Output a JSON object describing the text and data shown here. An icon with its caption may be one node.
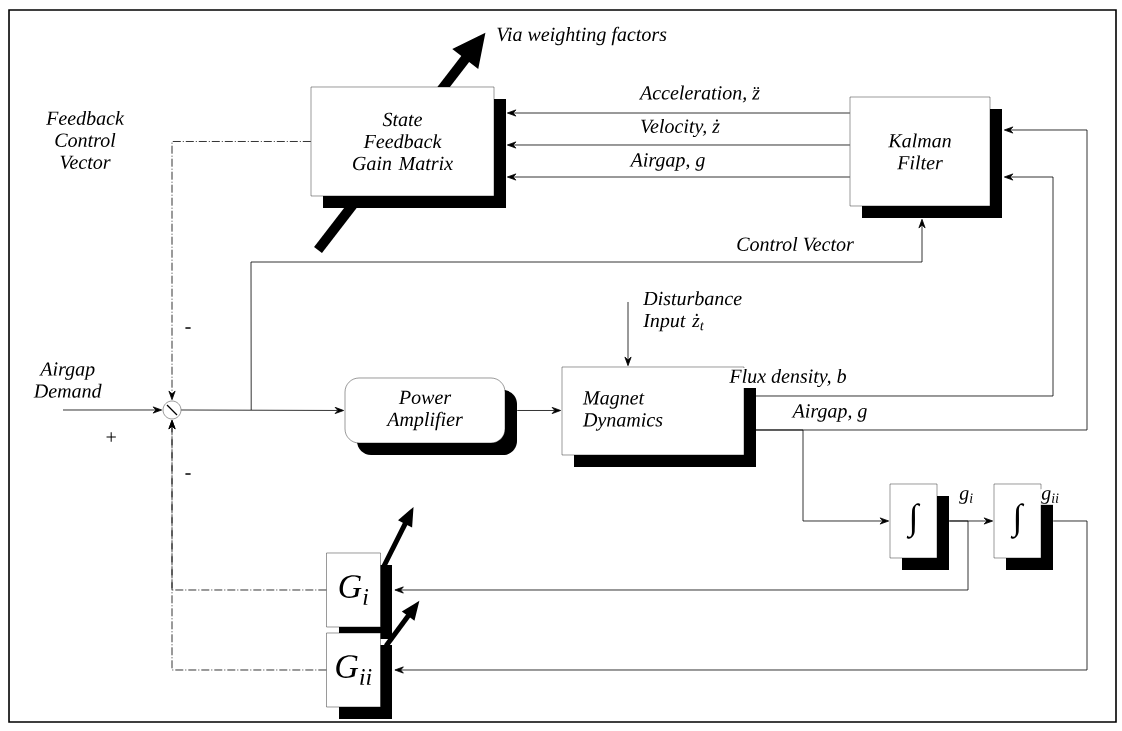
{
  "diagram": {
    "nodes": [
      {
        "text": [
          "State Feedback Gain Matrix"
        ]
      },
      {
        "text": [
          "Kalman Filter"
        ]
      },
      {
        "text": [
          "Airgap Demand"
        ]
      },
      {
        "text": [],
        "shape": "circle"
      },
      {
        "text": [
          "Power Amplifier"
        ]
      },
      {
        "text": [
          "Magnet Dynamics"
        ]
      },
      {
        "text": [
          "∫"
        ]
      },
      {
        "text": [
          "∫"
        ]
      },
      {
        "text": [
          "G$_{i}$"
        ]
      },
      {
        "text": [
          "G$_{ii}$"
        ]
      }
    ],
    "edges": [
      {
        "from": 1,
        "to": 0,
        "arrow": "to",
        "label": "Acceleration, z̈"
      },
      {
        "from": 1,
        "to": 0,
        "arrow": "to",
        "label": "Velocity, ż"
      },
      {
        "from": 1,
        "to": 0,
        "arrow": "to",
        "label": "Airgap, g"
      },
      {
        "from": 0,
        "to": 3,
        "arrow": "to",
        "style": "dashed"
      },
      {
        "from": 2,
        "to": 3,
        "arrow": "to"
      },
      {
        "from": 3,
        "to": 4,
        "arrow": "to"
      },
      {
        "from": 3,
        "to": 1,
        "arrow": "to",
        "label": "Control Vector"
      },
      {
        "from": null,
        "to": 5,
        "arrow": "to",
        "label": "Disturbance Input ż$_{t}$"
      },
      {
        "from": 4,
        "to": 5,
        "arrow": "to"
      },
      {
        "from": 5,
        "to": 1,
        "arrow": "to",
        "label": "Flux density, b"
      },
      {
        "from": 5,
        "to": 1,
        "arrow": "to",
        "label": "Airgap, g"
      },
      {
        "from": 5,
        "to": 6,
        "arrow": "to"
      },
      {
        "from": 6,
        "to": 7,
        "arrow": "to",
        "label": "g$_{i}$"
      },
      {
        "from": 6,
        "to": 8,
        "arrow": "to"
      },
      {
        "from": 7,
        "to": 9,
        "arrow": "to",
        "label": "g$_{ii}$"
      },
      {
        "from": 8,
        "to": 3,
        "arrow": "to",
        "style": "dashed"
      },
      {
        "from": 9,
        "to": 3,
        "arrow": "to",
        "style": "dashed"
      }
    ],
    "labels": [
      "Via weighting factors",
      "Feedback Control Vector",
      "-",
      "+",
      "-"
    ]
  }
}
